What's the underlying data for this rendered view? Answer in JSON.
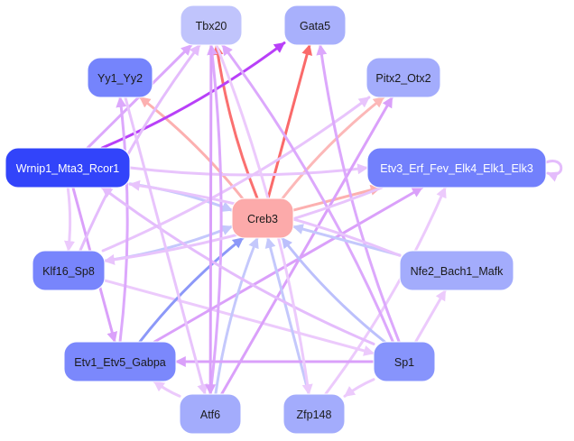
{
  "diagram": {
    "type": "directed-network",
    "nodes": [
      {
        "id": "Tbx20",
        "label": "Tbx20",
        "fill": "#c0c4fc",
        "text_color": "#1a1a1a"
      },
      {
        "id": "Gata5",
        "label": "Gata5",
        "fill": "#a8b0fc",
        "text_color": "#1a1a1a"
      },
      {
        "id": "Yy1_Yy2",
        "label": "Yy1_Yy2",
        "fill": "#7584fc",
        "text_color": "#1a1a1a"
      },
      {
        "id": "Pitx2_Otx2",
        "label": "Pitx2_Otx2",
        "fill": "#a3acfc",
        "text_color": "#1a1a1a"
      },
      {
        "id": "Wrnip1_Mta3_Rcor1",
        "label": "Wrnip1_Mta3_Rcor1",
        "fill": "#3244fa",
        "text_color": "#ffffff"
      },
      {
        "id": "Etv3_Erf_Fev_Elk4_Elk1_Elk3",
        "label": "Etv3_Erf_Fev_Elk4_Elk1_Elk3",
        "fill": "#7280fc",
        "text_color": "#ffffff"
      },
      {
        "id": "Creb3",
        "label": "Creb3",
        "fill": "#fcaaaa",
        "text_color": "#1a1a1a"
      },
      {
        "id": "Klf16_Sp8",
        "label": "Klf16_Sp8",
        "fill": "#7885fc",
        "text_color": "#1a1a1a"
      },
      {
        "id": "Nfe2_Bach1_Mafk",
        "label": "Nfe2_Bach1_Mafk",
        "fill": "#a3acfc",
        "text_color": "#1a1a1a"
      },
      {
        "id": "Etv1_Etv5_Gabpa",
        "label": "Etv1_Etv5_Gabpa",
        "fill": "#7b88fc",
        "text_color": "#1a1a1a"
      },
      {
        "id": "Sp1",
        "label": "Sp1",
        "fill": "#8794fc",
        "text_color": "#1a1a1a"
      },
      {
        "id": "Atf6",
        "label": "Atf6",
        "fill": "#a3acfc",
        "text_color": "#1a1a1a"
      },
      {
        "id": "Zfp148",
        "label": "Zfp148",
        "fill": "#a3acfc",
        "text_color": "#1a1a1a"
      }
    ],
    "edges": [
      {
        "from": "Creb3",
        "to": "Tbx20",
        "color": "#fa7070"
      },
      {
        "from": "Creb3",
        "to": "Gata5",
        "color": "#fa6a6a"
      },
      {
        "from": "Creb3",
        "to": "Yy1_Yy2",
        "color": "#fcb0b0"
      },
      {
        "from": "Creb3",
        "to": "Pitx2_Otx2",
        "color": "#fcb8b8"
      },
      {
        "from": "Creb3",
        "to": "Etv3_Erf_Fev_Elk4_Elk1_Elk3",
        "color": "#fcb0b0"
      },
      {
        "from": "Wrnip1_Mta3_Rcor1",
        "to": "Gata5",
        "color": "#b840f8"
      },
      {
        "from": "Wrnip1_Mta3_Rcor1",
        "to": "Creb3",
        "color": "#c4c8fc"
      },
      {
        "from": "Wrnip1_Mta3_Rcor1",
        "to": "Tbx20",
        "color": "#dca8fc"
      },
      {
        "from": "Wrnip1_Mta3_Rcor1",
        "to": "Etv3_Erf_Fev_Elk4_Elk1_Elk3",
        "color": "#e8c4fc"
      },
      {
        "from": "Wrnip1_Mta3_Rcor1",
        "to": "Klf16_Sp8",
        "color": "#eccafc"
      },
      {
        "from": "Wrnip1_Mta3_Rcor1",
        "to": "Etv1_Etv5_Gabpa",
        "color": "#daa0fa"
      },
      {
        "from": "Klf16_Sp8",
        "to": "Creb3",
        "color": "#c4c8fc"
      },
      {
        "from": "Klf16_Sp8",
        "to": "Tbx20",
        "color": "#e4bcfc"
      },
      {
        "from": "Klf16_Sp8",
        "to": "Sp1",
        "color": "#eccafc"
      },
      {
        "from": "Klf16_Sp8",
        "to": "Pitx2_Otx2",
        "color": "#e8c4fc"
      },
      {
        "from": "Etv1_Etv5_Gabpa",
        "to": "Creb3",
        "color": "#8c98f8"
      },
      {
        "from": "Etv1_Etv5_Gabpa",
        "to": "Etv3_Erf_Fev_Elk4_Elk1_Elk3",
        "color": "#daa0fa"
      },
      {
        "from": "Etv1_Etv5_Gabpa",
        "to": "Yy1_Yy2",
        "color": "#dca8fc"
      },
      {
        "from": "Atf6",
        "to": "Creb3",
        "color": "#c4c8fc"
      },
      {
        "from": "Atf6",
        "to": "Pitx2_Otx2",
        "color": "#daa0fa"
      },
      {
        "from": "Atf6",
        "to": "Tbx20",
        "color": "#dca8fc"
      },
      {
        "from": "Atf6",
        "to": "Etv1_Etv5_Gabpa",
        "color": "#eccafc"
      },
      {
        "from": "Zfp148",
        "to": "Creb3",
        "color": "#c4c8fc"
      },
      {
        "from": "Zfp148",
        "to": "Etv3_Erf_Fev_Elk4_Elk1_Elk3",
        "color": "#eccafc"
      },
      {
        "from": "Sp1",
        "to": "Creb3",
        "color": "#bcc0fc"
      },
      {
        "from": "Sp1",
        "to": "Etv1_Etv5_Gabpa",
        "color": "#daa0fa"
      },
      {
        "from": "Sp1",
        "to": "Tbx20",
        "color": "#dca8fc"
      },
      {
        "from": "Sp1",
        "to": "Gata5",
        "color": "#dca8fc"
      },
      {
        "from": "Sp1",
        "to": "Nfe2_Bach1_Mafk",
        "color": "#eccafc"
      },
      {
        "from": "Sp1",
        "to": "Zfp148",
        "color": "#eccafc"
      },
      {
        "from": "Sp1",
        "to": "Wrnip1_Mta3_Rcor1",
        "color": "#e4bcfc"
      },
      {
        "from": "Nfe2_Bach1_Mafk",
        "to": "Creb3",
        "color": "#c4c8fc"
      },
      {
        "from": "Nfe2_Bach1_Mafk",
        "to": "Wrnip1_Mta3_Rcor1",
        "color": "#e8c4fc"
      },
      {
        "from": "Tbx20",
        "to": "Zfp148",
        "color": "#eccafc"
      },
      {
        "from": "Yy1_Yy2",
        "to": "Atf6",
        "color": "#e8c4fc"
      },
      {
        "from": "Etv3_Erf_Fev_Elk4_Elk1_Elk3",
        "to": "Etv3_Erf_Fev_Elk4_Elk1_Elk3",
        "color": "#e4bcfc"
      },
      {
        "from": "Etv3_Erf_Fev_Elk4_Elk1_Elk3",
        "to": "Klf16_Sp8",
        "color": "#e8c4fc"
      },
      {
        "from": "Tbx20",
        "to": "Atf6",
        "color": "#daa0fa"
      }
    ]
  }
}
